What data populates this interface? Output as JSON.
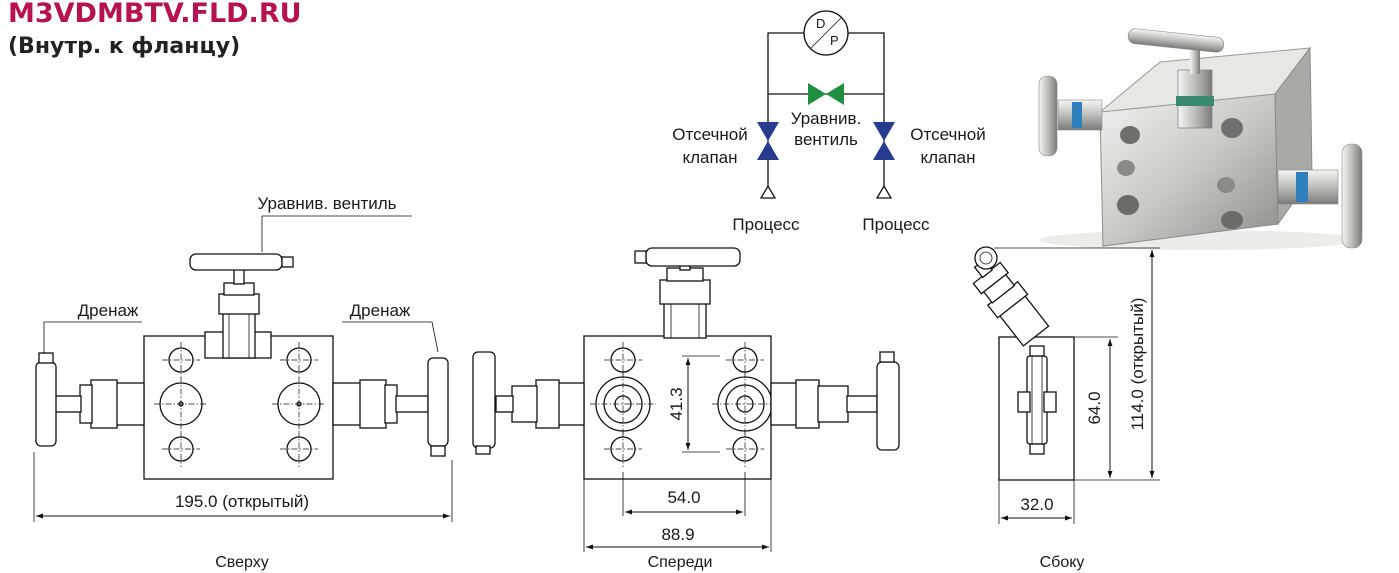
{
  "header": {
    "model": "M3VDMBTV.FLD.RU",
    "subtitle": "(Внутр. к фланцу)"
  },
  "colors": {
    "model_title": "#b5124f",
    "equalizing_valve_symbol": "#1f8f3f",
    "isolation_valve_symbol": "#273b8f"
  },
  "schematic": {
    "gauge_top": "D",
    "gauge_bottom": "P",
    "equalizing_valve_line1": "Уравнив.",
    "equalizing_valve_line2": "вентиль",
    "left_valve_line1": "Отсечной",
    "left_valve_line2": "клапан",
    "right_valve_line1": "Отсечной",
    "right_valve_line2": "клапан",
    "left_process": "Процесс",
    "right_process": "Процесс"
  },
  "photo": {
    "icon": "valve-manifold-photo"
  },
  "views": {
    "top": {
      "caption": "Сверху",
      "equalizing_valve_label": "Уравнив. вентиль",
      "drain_left_label": "Дренаж",
      "drain_right_label": "Дренаж",
      "width_dim": "195.0 (открытый)"
    },
    "front": {
      "caption": "Спереди",
      "height_dim": "41.3",
      "hole_spacing_dim": "54.0",
      "width_dim": "88.9"
    },
    "side": {
      "caption": "Сбоку",
      "height_dim": "64.0",
      "open_height_dim": "114.0 (открытый)",
      "width_dim": "32.0"
    }
  }
}
